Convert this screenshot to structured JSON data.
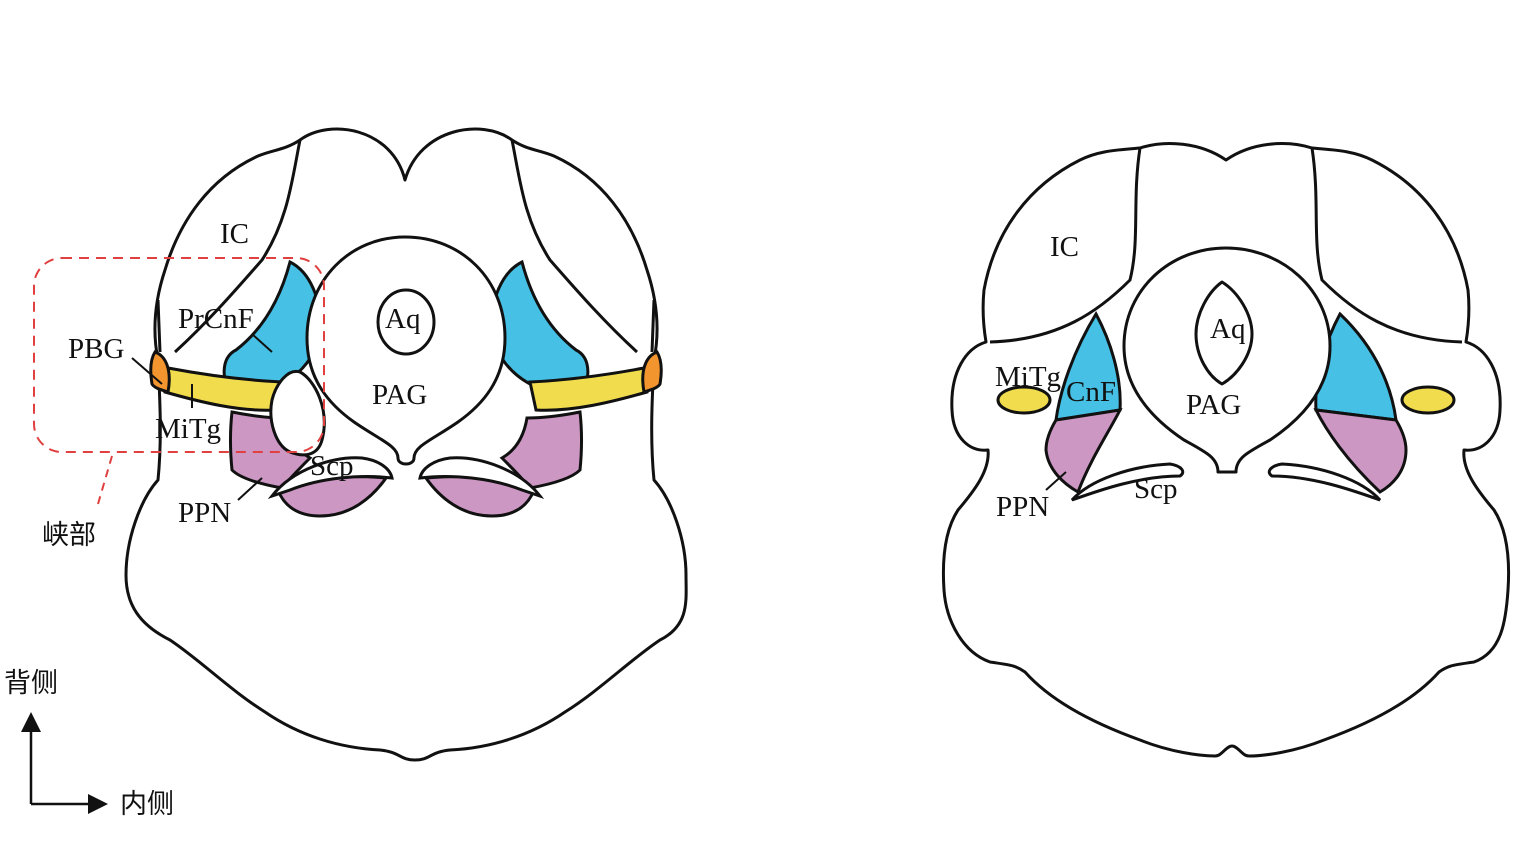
{
  "colors": {
    "cnf_prcnf": "#46c0e4",
    "mitg": "#f1dc4e",
    "ppn": "#cc98c3",
    "pbg": "#f3952f",
    "isthmus_box": "#e0403f",
    "outline": "#111111"
  },
  "left_section": {
    "ic": "IC",
    "aq": "Aq",
    "pag": "PAG",
    "prcnf": "PrCnF",
    "pbg": "PBG",
    "mitg": "MiTg",
    "scp": "Scp",
    "ppn": "PPN",
    "isthmus": "峡部"
  },
  "right_section": {
    "ic": "IC",
    "aq": "Aq",
    "pag": "PAG",
    "mitg": "MiTg",
    "cnf": "CnF",
    "scp": "Scp",
    "ppn": "PPN"
  },
  "axes": {
    "dorsal": "背侧",
    "medial": "内侧"
  }
}
